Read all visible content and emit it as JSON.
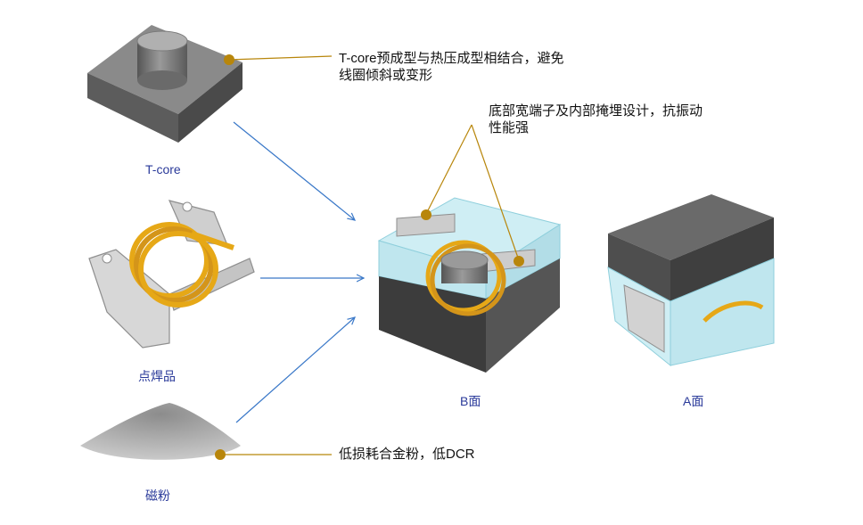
{
  "labels": {
    "tcore": "T-core",
    "welded": "点焊品",
    "powder": "磁粉",
    "b_face": "B面",
    "a_face": "A面"
  },
  "notes": {
    "tcore_line1": "T-core预成型与热压成型相结合，避免",
    "tcore_line2": "线圈倾斜或变形",
    "terminal_line1": "底部宽端子及内部掩埋设计，抗振动",
    "terminal_line2": "性能强",
    "powder": "低损耗合金粉，低DCR"
  },
  "colors": {
    "leader": "#b8860b",
    "arrow": "#3a78c8",
    "label": "#2a3a9a",
    "core_gray": "#6e6e6e",
    "coil_gold": "#e6a817",
    "shell_cyan": "#bfe6ee"
  }
}
